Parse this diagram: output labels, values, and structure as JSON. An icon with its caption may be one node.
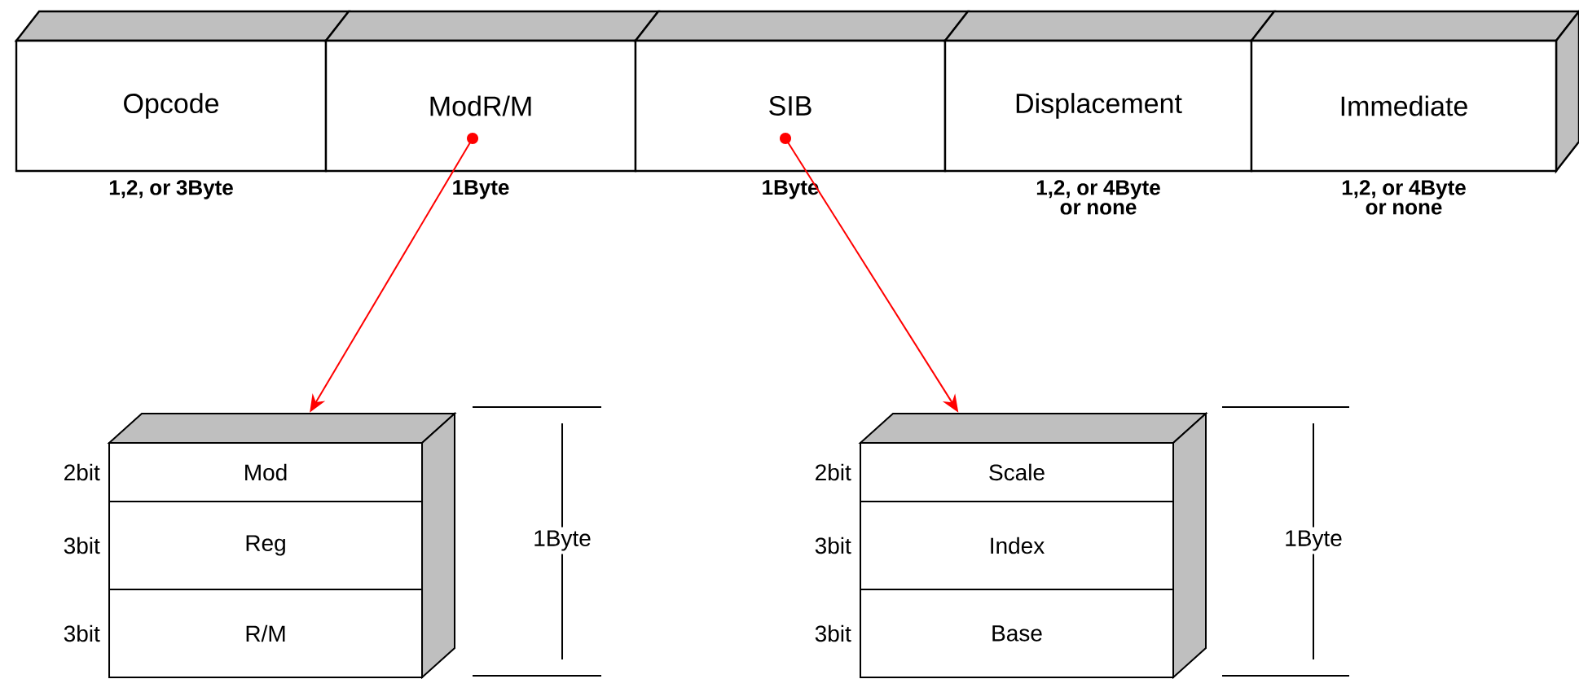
{
  "diagram": {
    "nodes": [
      {
        "text": [
          "Opcode"
        ],
        "beside": [
          "1,2, or 3Byte"
        ]
      },
      {
        "text": [
          "ModR/M"
        ],
        "beside": [
          "1Byte"
        ]
      },
      {
        "text": [
          "SIB"
        ],
        "beside": [
          "1Byte"
        ]
      },
      {
        "text": [
          "Displacement"
        ],
        "beside": [
          "1,2, or 4Byte or none"
        ]
      },
      {
        "text": [
          "Immediate"
        ],
        "beside": [
          "1,2, or 4Byte or none"
        ]
      },
      {
        "text": [],
        "shape": "box"
      },
      {
        "text": [
          "Mod"
        ],
        "in": 5
      },
      {
        "text": [
          "Reg"
        ],
        "in": 5
      },
      {
        "text": [
          "R/M"
        ],
        "in": 5
      },
      {
        "text": [],
        "shape": "box"
      },
      {
        "text": [
          "Scale"
        ],
        "in": 9
      },
      {
        "text": [
          "Index"
        ],
        "in": 9
      },
      {
        "text": [
          "Base"
        ],
        "in": 9
      }
    ],
    "edges": [
      {
        "from": 1,
        "to": 5,
        "arrow": "to"
      },
      {
        "from": 2,
        "to": 9,
        "arrow": "to"
      }
    ],
    "labels": [
      "2bit",
      "3bit",
      "3bit",
      "1Byte",
      "2bit",
      "3bit",
      "3bit",
      "1Byte"
    ]
  }
}
